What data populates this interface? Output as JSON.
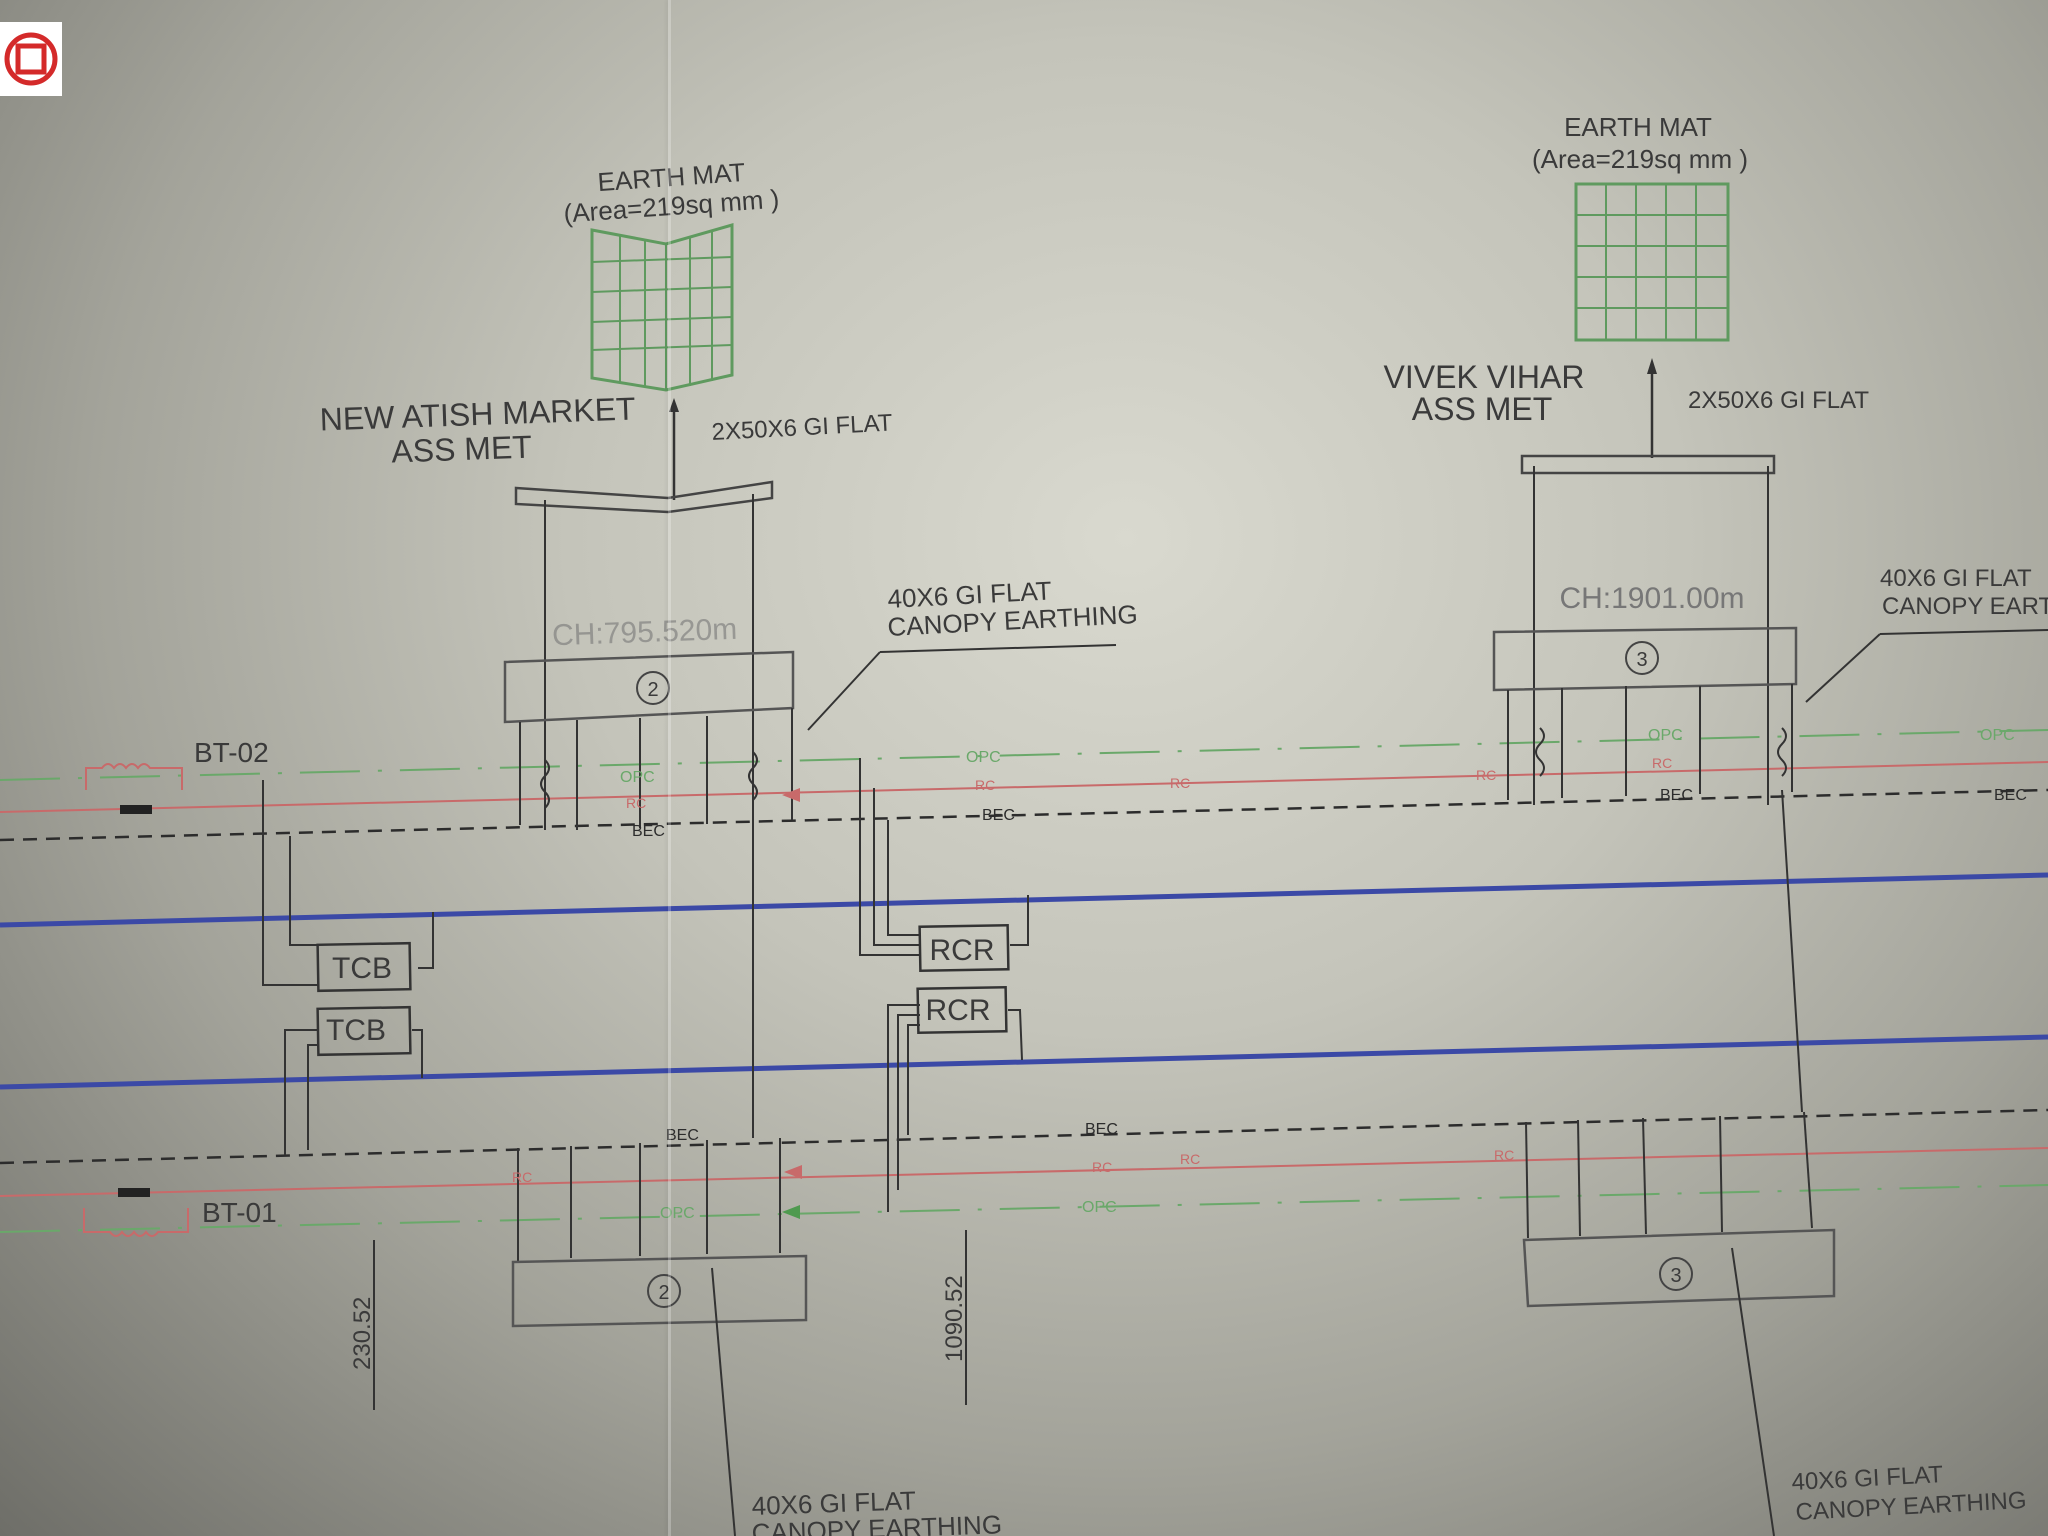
{
  "logo_icon": "red-square-logo-icon",
  "stations": [
    {
      "name_line1": "NEW ATISH MARKET",
      "name_line2": "ASS MET",
      "earth_mat_title": "EARTH MAT",
      "earth_mat_area": "(Area=219sq mm )",
      "feed_label": "2X50X6 GI FLAT",
      "chainage": "CH:795.520m",
      "canopy_number": "2"
    },
    {
      "name_line1": "VIVEK VIHAR",
      "name_line2": "ASS MET",
      "earth_mat_title": "EARTH MAT",
      "earth_mat_area": "(Area=219sq mm )",
      "feed_label": "2X50X6 GI FLAT",
      "chainage": "CH:1901.00m",
      "canopy_number": "3"
    }
  ],
  "canopy_earthing": {
    "line1": "40X6 GI FLAT",
    "line2": "CANOPY EARTHING",
    "line2_clipped_right": "CANOPY EARTI",
    "line2_clipped_bottom": "CANOPY EARTHING"
  },
  "bottom_canopy_number_left": "2",
  "bottom_canopy_number_right": "3",
  "booster_transformers": [
    "BT-02",
    "BT-01"
  ],
  "tcb_label": "TCB",
  "rcr_label": "RCR",
  "conductor_labels": {
    "opc": "OPC",
    "rc": "RC",
    "bec": "BEC"
  },
  "dimensions": [
    "230.52",
    "1090.52"
  ],
  "colors": {
    "track": "#3b49a6",
    "rc": "#c86a6a",
    "opc": "#6aa86a",
    "bec": "#2c2c2c",
    "ink": "#3a3a3a",
    "mat": "#5f9a5f",
    "canopy_box": "#555555"
  }
}
